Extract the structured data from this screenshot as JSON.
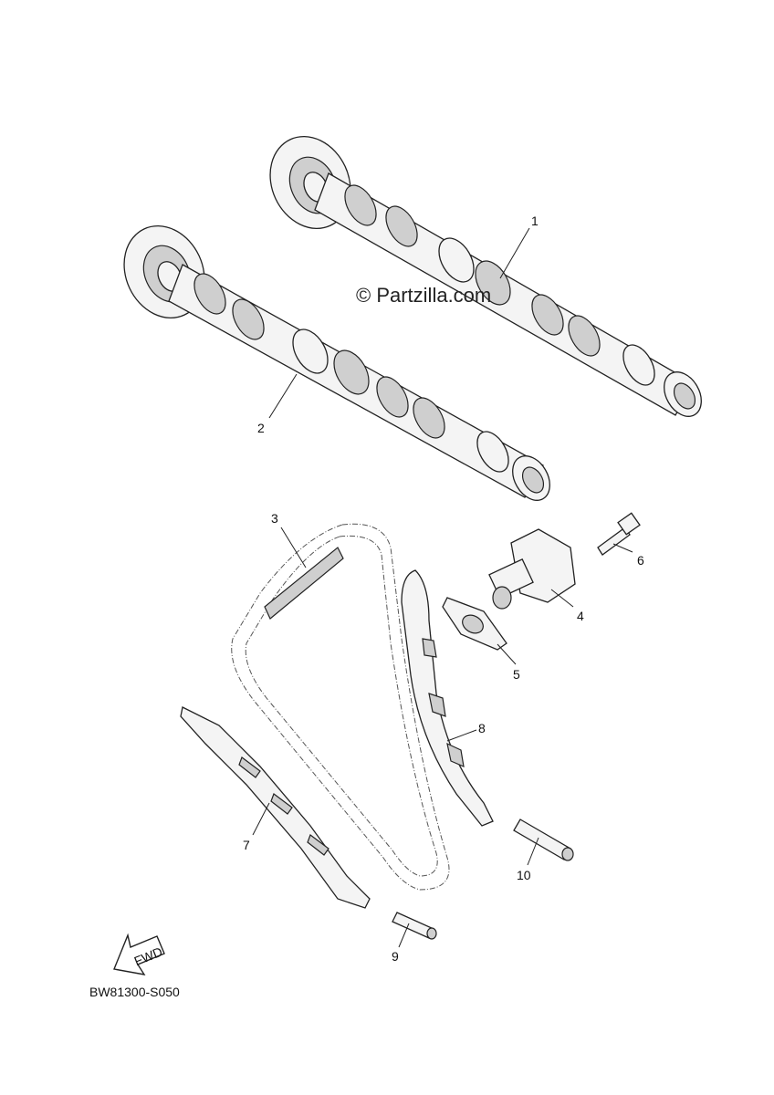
{
  "watermark": "© Partzilla.com",
  "diagram_code": "BW81300-S050",
  "fwd_label": "FWD",
  "callouts": [
    "1",
    "2",
    "3",
    "4",
    "5",
    "6",
    "7",
    "8",
    "9",
    "10"
  ],
  "colors": {
    "ink": "#222222",
    "fill": "#f4f4f4",
    "shade": "#cfcfcf"
  }
}
